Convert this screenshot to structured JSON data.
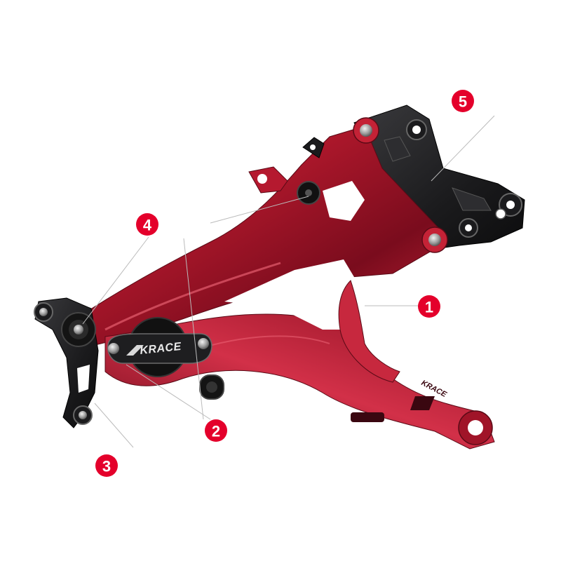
{
  "product": {
    "color_main": "#b0182c",
    "color_highlight": "#e0455a",
    "color_shadow": "#4a0812",
    "color_black_parts": "#1b1b1d",
    "color_bolt": "#9a9a9a"
  },
  "plate": {
    "brand_label": "KRACE",
    "engraved_label": "KRACE"
  },
  "callouts": {
    "accent_color": "#e4002b",
    "c1": {
      "number": "1"
    },
    "c2": {
      "number": "2"
    },
    "c3": {
      "number": "3"
    },
    "c4": {
      "number": "4"
    },
    "c5": {
      "number": "5"
    }
  }
}
